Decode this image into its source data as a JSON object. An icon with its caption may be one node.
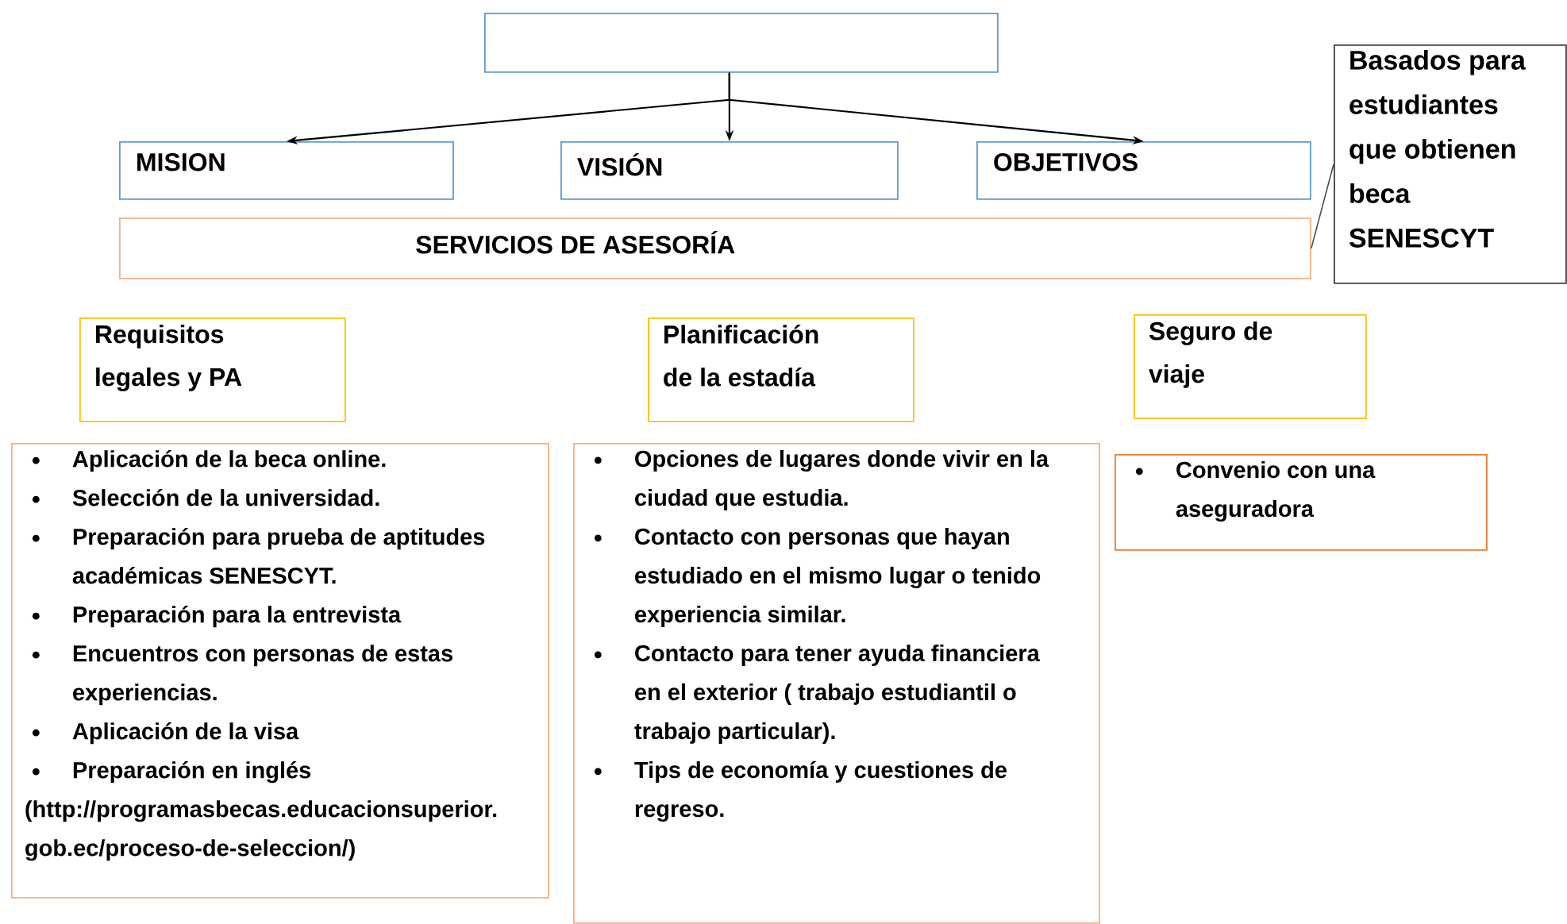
{
  "diagram": {
    "nodes": [
      {
        "text": [],
        "shape": "box"
      },
      {
        "text": [
          "MISION"
        ]
      },
      {
        "text": [
          "VISIÓN"
        ]
      },
      {
        "text": [
          "OBJETIVOS"
        ]
      },
      {
        "text": [
          "SERVICIOS DE ASESORÍA"
        ]
      },
      {
        "text": [
          "Basados para estudiantes que obtienen beca SENESCYT"
        ]
      },
      {
        "text": [
          "Requisitos legales y PA"
        ]
      },
      {
        "text": [
          "Aplicación de la beca online.",
          "Selección de la universidad.",
          "Preparación para prueba de aptitudes académicas SENESCYT.",
          "Preparación para la entrevista",
          "Encuentros con personas de estas experiencias.",
          "Aplicación de la visa",
          "Preparación en inglés",
          "(http://programasbecas.educacionsuperior.gob.ec/proceso-de-seleccion/)"
        ]
      },
      {
        "text": [
          "Planificación de la estadía"
        ]
      },
      {
        "text": [
          "Opciones de lugares donde vivir en la ciudad que estudia.",
          "Contacto con personas que hayan estudiado en el mismo lugar o tenido experiencia similar.",
          "Contacto para tener ayuda financiera en el exterior ( trabajo estudiantil o trabajo particular).",
          "Tips de economía y cuestiones de regreso."
        ]
      },
      {
        "text": [
          "Seguro de viaje"
        ]
      },
      {
        "text": [
          "Convenio con una aseguradora"
        ]
      }
    ],
    "edges": [
      {
        "from": 0,
        "to": 1,
        "arrow": "to"
      },
      {
        "from": 0,
        "to": 2,
        "arrow": "to"
      },
      {
        "from": 0,
        "to": 3,
        "arrow": "to"
      },
      {
        "from": 5,
        "to": 4,
        "arrow": "none"
      }
    ]
  }
}
